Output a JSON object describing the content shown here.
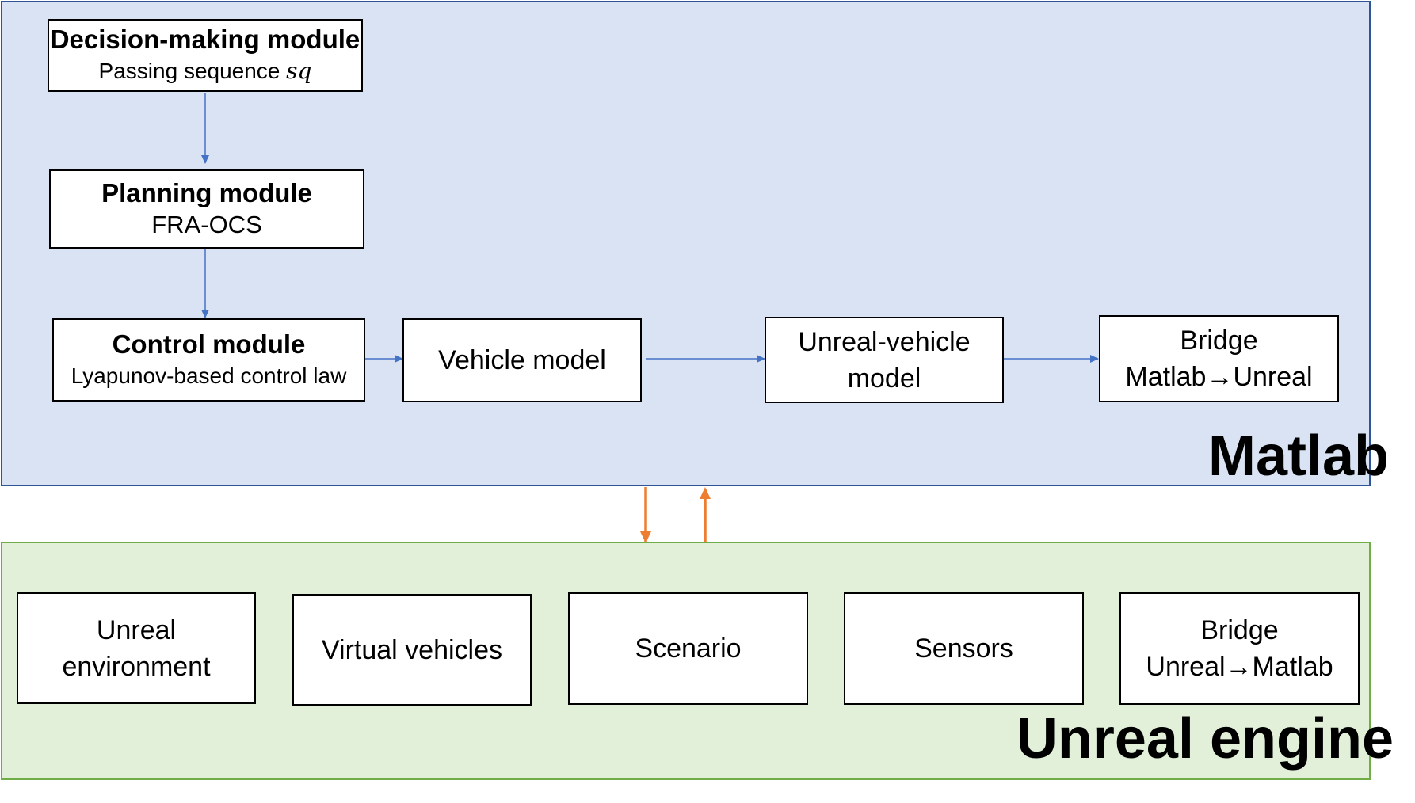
{
  "regions": {
    "matlab": {
      "label": "Matlab"
    },
    "unreal": {
      "label": "Unreal engine"
    }
  },
  "matlab_blocks": {
    "decision": {
      "title": "Decision-making module",
      "subtitle": "Passing sequence ",
      "variable": "sq"
    },
    "planning": {
      "title": "Planning module",
      "subtitle": "FRA-OCS"
    },
    "control": {
      "title": "Control module",
      "subtitle": "Lyapunov-based control law"
    },
    "vehicle_model": {
      "label": "Vehicle model"
    },
    "unreal_vehicle_model": {
      "line1": "Unreal-vehicle",
      "line2": "model"
    },
    "bridge_m2u": {
      "line1": "Bridge",
      "line2": "Matlab→Unreal"
    }
  },
  "unreal_blocks": {
    "environment": {
      "line1": "Unreal",
      "line2": "environment"
    },
    "virtual_vehicles": {
      "label": "Virtual vehicles"
    },
    "scenario": {
      "label": "Scenario"
    },
    "sensors": {
      "label": "Sensors"
    },
    "bridge_u2m": {
      "line1": "Bridge",
      "line2": "Unreal→Matlab"
    }
  },
  "colors": {
    "matlab_fill": "#dae3f3",
    "matlab_border": "#2f5597",
    "unreal_fill": "#e2f0d9",
    "unreal_border": "#70ad47",
    "flow_arrow": "#4472c4",
    "exchange_arrow": "#ed7d31"
  }
}
